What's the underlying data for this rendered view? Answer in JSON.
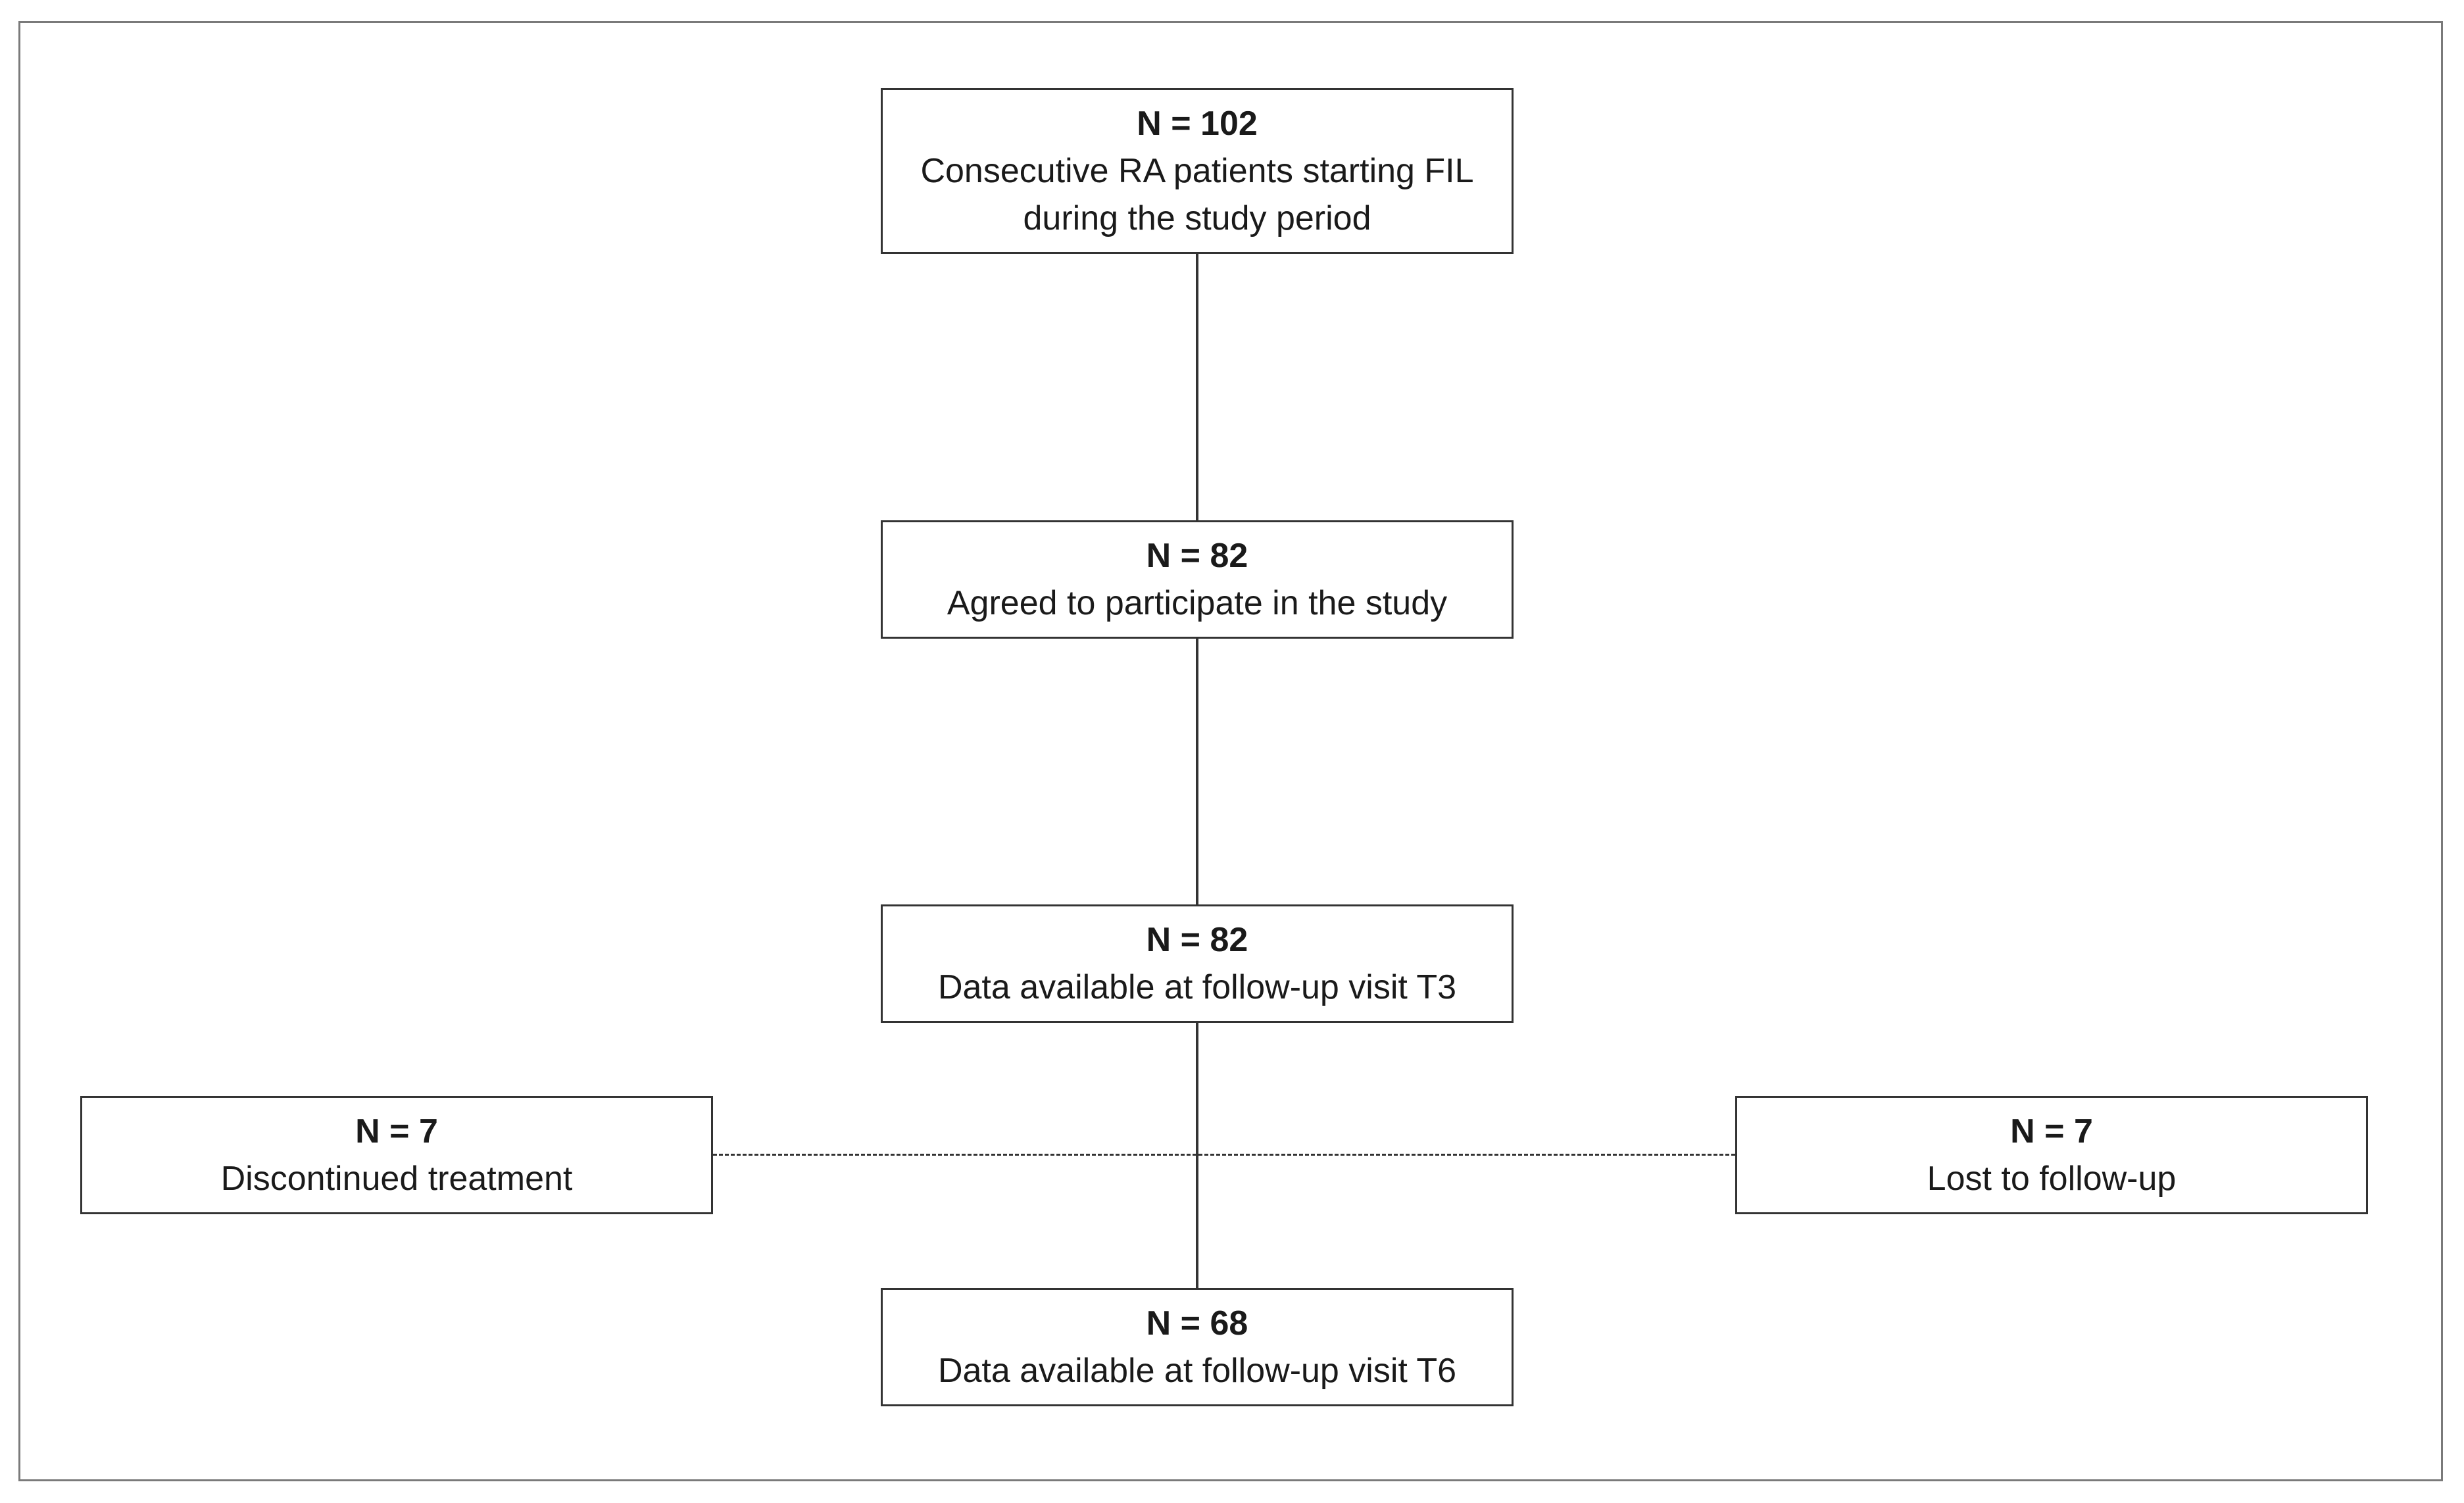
{
  "flowchart": {
    "main_steps": [
      {
        "count": "N = 102",
        "description_lines": [
          "Consecutive RA patients starting FIL",
          "during the study period"
        ]
      },
      {
        "count": "N = 82",
        "description_lines": [
          "Agreed to participate in the study"
        ]
      },
      {
        "count": "N = 82",
        "description_lines": [
          "Data available at follow-up visit T3"
        ]
      },
      {
        "count": "N = 68",
        "description_lines": [
          "Data available at follow-up visit T6"
        ]
      }
    ],
    "exclusions": {
      "left": {
        "count": "N = 7",
        "description": "Discontinued treatment"
      },
      "right": {
        "count": "N = 7",
        "description": "Lost to follow-up"
      }
    },
    "colors": {
      "box_border": "#333333",
      "frame_border": "#7a7a7a",
      "background": "#ffffff"
    }
  }
}
